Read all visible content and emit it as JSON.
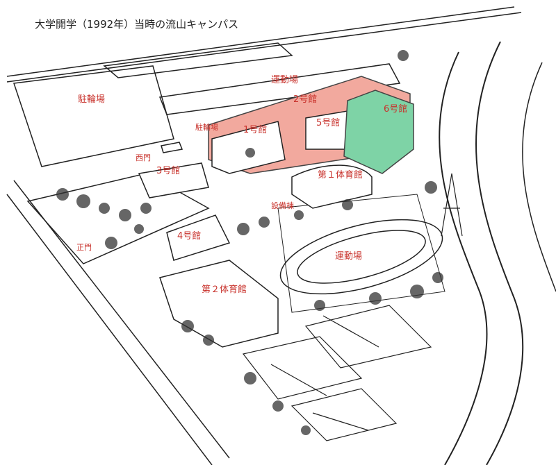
{
  "title": "大学開学（1992年）当時の流山キャンパス",
  "colors": {
    "label": "#c8312b",
    "building_pink": "#f2a99e",
    "building_green": "#7ed3a6",
    "line": "#222222"
  },
  "labels": {
    "bicycle_parking_large": "駐輪場",
    "field_north": "運動場",
    "bldg2": "2号館",
    "bldg6": "6号館",
    "bldg5": "5号館",
    "bldg1": "1号館",
    "bicycle_parking_small": "駐輪場",
    "west_gate": "西門",
    "bldg3": "3号館",
    "gym1": "第１体育館",
    "facility": "設備棟",
    "bldg4": "4号館",
    "main_gate": "正門",
    "field_south": "運動場",
    "gym2": "第２体育館"
  }
}
